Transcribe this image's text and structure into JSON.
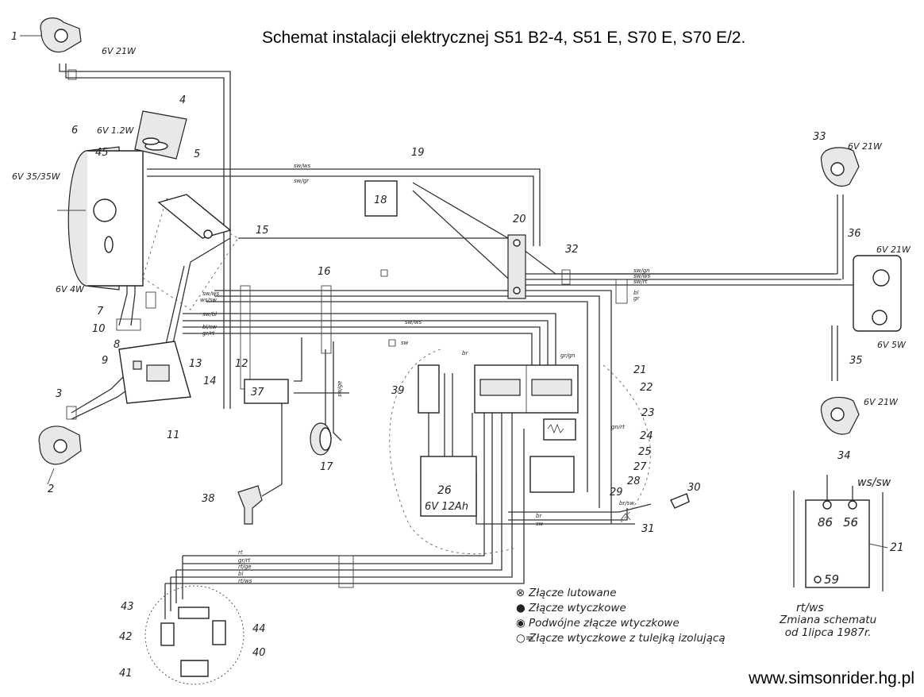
{
  "title": "Schemat instalacji elektrycznej S51 B2-4, S51 E, S70 E, S70 E/2.",
  "footer_url": "www.simsonrider.hg.pl",
  "legend": [
    {
      "symbol": "⊗",
      "text": "Złącze lutowane"
    },
    {
      "symbol": "●",
      "text": "Złącze wtyczkowe"
    },
    {
      "symbol": "◉",
      "text": "Podwójne złącze wtyczkowe"
    },
    {
      "symbol": "○=",
      "text": "Złącze wtyczkowe z tulejką izolującą"
    }
  ],
  "change_note": {
    "line1": "Zmiana schematu",
    "line2": "od 1lipca 1987r."
  },
  "detail": {
    "wire_top": "ws/sw",
    "wire_bottom": "rt/ws",
    "pin_86": "86",
    "pin_56": "56",
    "pin_59": "59",
    "part": "21"
  },
  "ratings": {
    "front_left_turn": "6V 21W",
    "headlight": "6V 35/35W",
    "parking": "6V 4W",
    "speedo_bulb": "6V 1.2W",
    "rear_right_turn": "6V 21W",
    "tail_stop": "6V 21W",
    "tail_small": "6V 5W",
    "rear_left_turn": "6V 21W",
    "battery": "6V 12Ah"
  },
  "part_numbers": [
    "1",
    "2",
    "3",
    "4",
    "5",
    "6",
    "7",
    "8",
    "9",
    "10",
    "11",
    "12",
    "13",
    "14",
    "15",
    "16",
    "17",
    "18",
    "19",
    "20",
    "21",
    "22",
    "23",
    "24",
    "25",
    "26",
    "27",
    "28",
    "29",
    "30",
    "31",
    "32",
    "33",
    "34",
    "35",
    "36",
    "37",
    "38",
    "39",
    "40",
    "41",
    "42",
    "43",
    "44",
    "45"
  ],
  "wire_labels": {
    "sw_ws": "sw/ws",
    "sw_gr": "sw/gr",
    "sw_gn": "sw/gn",
    "sw_rt": "sw/rt",
    "gr": "gr",
    "br": "br",
    "sw": "sw",
    "rt": "rt",
    "bl": "bl",
    "gr_rt": "gr/rt",
    "rt_ge": "rt/ge",
    "rt_ws": "rt/ws",
    "sw_bl": "sw/bl",
    "bl_sw": "bl/sw",
    "ws_sw": "ws/sw",
    "gr_gn": "gr/gn",
    "gn_rt": "gn/rt",
    "sw_ge": "sw/ge",
    "br_sw": "br/sw"
  }
}
